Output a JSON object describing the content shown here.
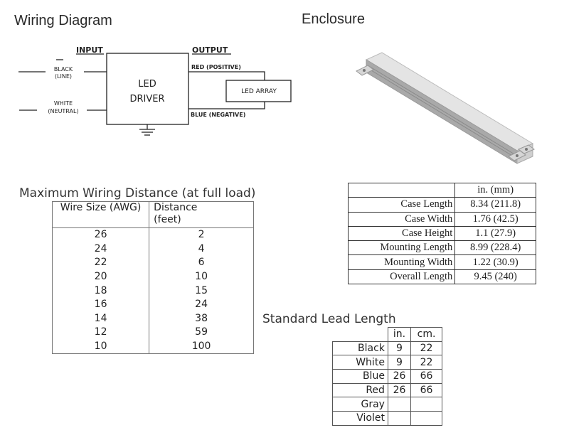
{
  "wiring": {
    "title": "Wiring Diagram",
    "input_label": "INPUT",
    "output_label": "OUTPUT",
    "black_label": "BLACK",
    "line_label": "(LINE)",
    "white_label": "WHITE",
    "neutral_label": "(NEUTRAL)",
    "driver_line1": "LED",
    "driver_line2": "DRIVER",
    "red_label": "RED (POSITIVE)",
    "blue_label": "BLUE (NEGATIVE)",
    "array_label": "LED ARRAY"
  },
  "enclosure": {
    "title": "Enclosure",
    "units_header": "in. (mm)",
    "rows": [
      {
        "label": "Case Length",
        "value": "8.34 (211.8)"
      },
      {
        "label": "Case Width",
        "value": "1.76 (42.5)"
      },
      {
        "label": "Case Height",
        "value": "1.1 (27.9)"
      },
      {
        "label": "Mounting Length",
        "value": "8.99 (228.4)"
      },
      {
        "label": "Mounting Width",
        "value": "1.22 (30.9)"
      },
      {
        "label": "Overall Length",
        "value": "9.45 (240)"
      }
    ]
  },
  "distance": {
    "title": "Maximum Wiring Distance (at full load)",
    "col1": "Wire Size (AWG)",
    "col2_line1": "Distance",
    "col2_line2": "(feet)",
    "rows": [
      {
        "awg": "26",
        "feet": "2"
      },
      {
        "awg": "24",
        "feet": "4"
      },
      {
        "awg": "22",
        "feet": "6"
      },
      {
        "awg": "20",
        "feet": "10"
      },
      {
        "awg": "18",
        "feet": "15"
      },
      {
        "awg": "16",
        "feet": "24"
      },
      {
        "awg": "14",
        "feet": "38"
      },
      {
        "awg": "12",
        "feet": "59"
      },
      {
        "awg": "10",
        "feet": "100"
      }
    ]
  },
  "leads": {
    "title": "Standard Lead Length",
    "in_header": "in.",
    "cm_header": "cm.",
    "rows": [
      {
        "color": "Black",
        "in": "9",
        "cm": "22"
      },
      {
        "color": "White",
        "in": "9",
        "cm": "22"
      },
      {
        "color": "Blue",
        "in": "26",
        "cm": "66"
      },
      {
        "color": "Red",
        "in": "26",
        "cm": "66"
      },
      {
        "color": "Gray",
        "in": "",
        "cm": ""
      },
      {
        "color": "Violet",
        "in": "",
        "cm": ""
      }
    ]
  }
}
